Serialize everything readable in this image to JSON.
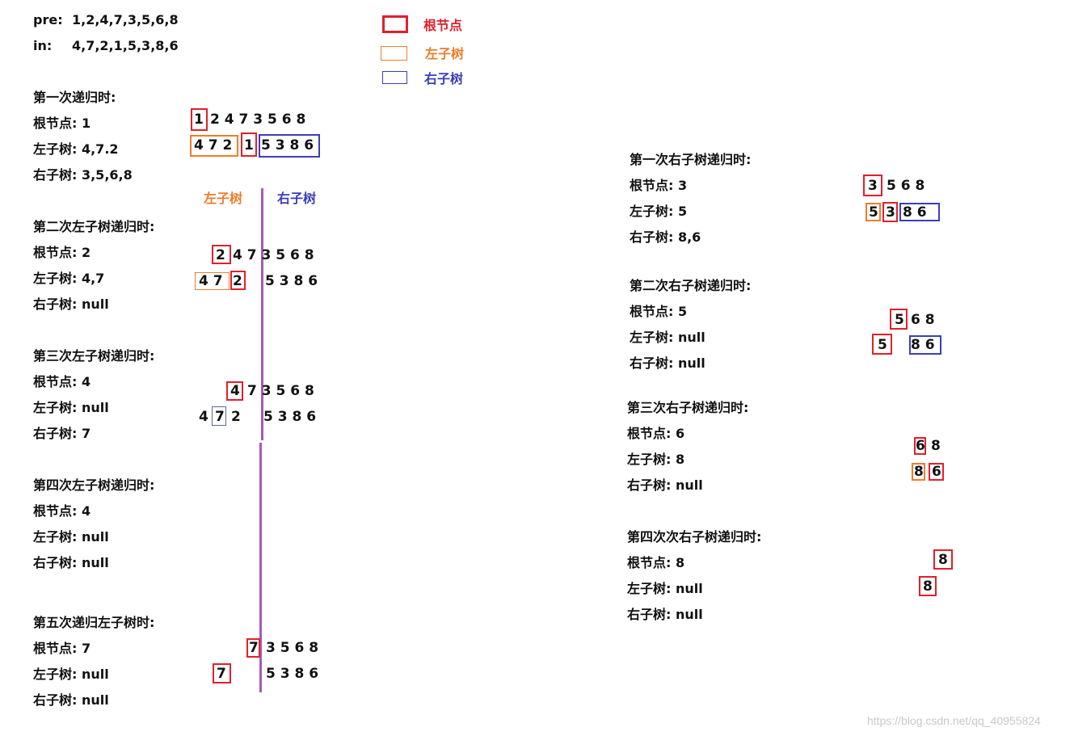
{
  "header": {
    "pre_label": "pre:",
    "pre_value": "1,2,4,7,3,5,6,8",
    "in_label": "in:",
    "in_value": "4,7,2,1,5,3,8,6"
  },
  "legend": {
    "root": "根节点",
    "left": "左子树",
    "right": "右子树",
    "colors": {
      "root": "#e0202c",
      "left": "#ef7d2b",
      "right": "#3b3fb8"
    }
  },
  "divider_labels": {
    "left": "左子树",
    "right": "右子树"
  },
  "left_steps": [
    {
      "title": "第一次递归时:",
      "root": "根节点: 1",
      "left": "左子树: 4,7.2",
      "right": "右子树: 3,5,6,8"
    },
    {
      "title": "第二次左子树递归时:",
      "root": "根节点: 2",
      "left": "左子树: 4,7",
      "right": "右子树: null"
    },
    {
      "title": "第三次左子树递归时:",
      "root": "根节点: 4",
      "left": "左子树: null",
      "right": "右子树: 7"
    },
    {
      "title": "第四次左子树递归时:",
      "root": "根节点: 4",
      "left": "左子树: null",
      "right": "右子树: null"
    },
    {
      "title": "第五次递归左子树时:",
      "root": "根节点: 7",
      "left": "左子树: null",
      "right": "右子树: null"
    }
  ],
  "right_steps": [
    {
      "title": "第一次右子树递归时:",
      "root": "根节点: 3",
      "left": "左子树: 5",
      "right": "右子树: 8,6"
    },
    {
      "title": "第二次右子树递归时:",
      "root": "根节点: 5",
      "left": "左子树: null",
      "right": "右子树: null"
    },
    {
      "title": "第三次右子树递归时:",
      "root": "根节点: 6",
      "left": "左子树: 8",
      "right": "右子树: null"
    },
    {
      "title": "第四次次右子树递归时:",
      "root": "根节点: 8",
      "left": "左子树: null",
      "right": "右子树: null"
    }
  ],
  "sequences": {
    "s1_pre_root": "1",
    "s1_pre_rest": "2 4 7 3 5 6 8",
    "s1_in_left": "4 7 2",
    "s1_in_root": "1",
    "s1_in_right": "5 3 8 6",
    "s2_pre_root": "2",
    "s2_pre_rest": "4 7 3 5 6 8",
    "s2_in_left": "4 7",
    "s2_in_root": "2",
    "s2_in_rest": "5 3 8 6",
    "s3_pre_root": "4",
    "s3_pre_rest": "7 3 5 6 8",
    "s3_in_a": "4",
    "s3_in_b": "7",
    "s3_in_c": "2",
    "s3_in_rest": "5 3 8 6",
    "s5_pre_root": "7",
    "s5_pre_rest": "3 5 6 8",
    "s5_in_root": "7",
    "s5_in_rest": "5 3 8 6",
    "r1_pre_root": "3",
    "r1_pre_rest": "5 6 8",
    "r1_in_left": "5",
    "r1_in_root": "3",
    "r1_in_right": "8 6",
    "r2_pre_root": "5",
    "r2_pre_rest": "6 8",
    "r2_in_root": "5",
    "r2_in_right": "8 6",
    "r3_pre_root": "6",
    "r3_pre_rest": "8",
    "r3_in_left": "8",
    "r3_in_root": "6",
    "r4_pre_root": "8",
    "r4_in_root": "8"
  },
  "watermark": "https://blog.csdn.net/qq_40955824"
}
